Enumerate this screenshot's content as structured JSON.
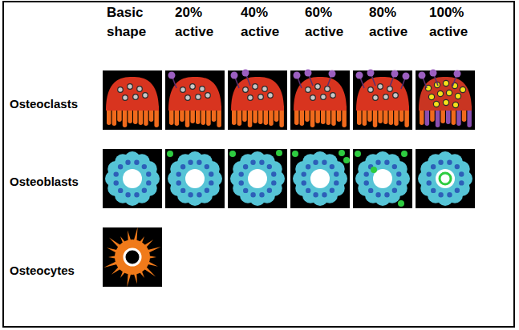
{
  "diagram": {
    "labels": [
      "Basic shape",
      "20% active",
      "40% active",
      "60% active",
      "80% active",
      "100% active",
      "Osteoclasts",
      "Osteoblasts",
      "Osteocytes"
    ]
  }
}
